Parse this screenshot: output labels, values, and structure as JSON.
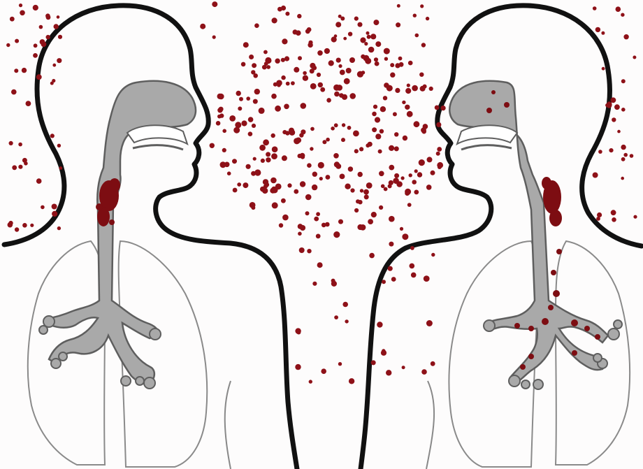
{
  "colors": {
    "background": "#fdfcfc",
    "outline": "#111111",
    "lung_outline": "#8a8a8a",
    "airway_fill": "#a9a9a9",
    "airway_edge": "#5e5e5e",
    "particle": "#8e1118",
    "infection": "#7d0d12"
  },
  "figures": {
    "left": {
      "role": "infected-person",
      "facing": "right"
    },
    "right": {
      "role": "exposed-person",
      "facing": "left"
    }
  },
  "particles": {
    "description_free": true,
    "cloud_density": "high"
  }
}
